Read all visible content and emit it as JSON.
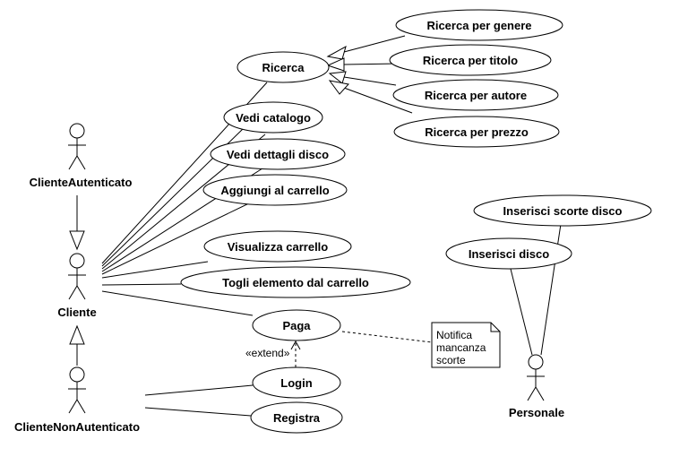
{
  "actors": {
    "cliente_autenticato": "ClienteAutenticato",
    "cliente": "Cliente",
    "cliente_non_autenticato": "ClienteNonAutenticato",
    "personale": "Personale"
  },
  "use_cases": {
    "ricerca": "Ricerca",
    "ricerca_genere": "Ricerca per genere",
    "ricerca_titolo": "Ricerca per titolo",
    "ricerca_autore": "Ricerca per autore",
    "ricerca_prezzo": "Ricerca per prezzo",
    "vedi_catalogo": "Vedi catalogo",
    "vedi_dettagli": "Vedi dettagli disco",
    "aggiungi_carrello": "Aggiungi al carrello",
    "visualizza_carrello": "Visualizza carrello",
    "togli_elemento": "Togli elemento dal carrello",
    "paga": "Paga",
    "login": "Login",
    "registra": "Registra",
    "inserisci_scorte": "Inserisci scorte disco",
    "inserisci_disco": "Inserisci disco"
  },
  "relations": {
    "extend_label": "«extend»"
  },
  "note": {
    "line1": "Notifica",
    "line2": "mancanza",
    "line3": "scorte"
  }
}
